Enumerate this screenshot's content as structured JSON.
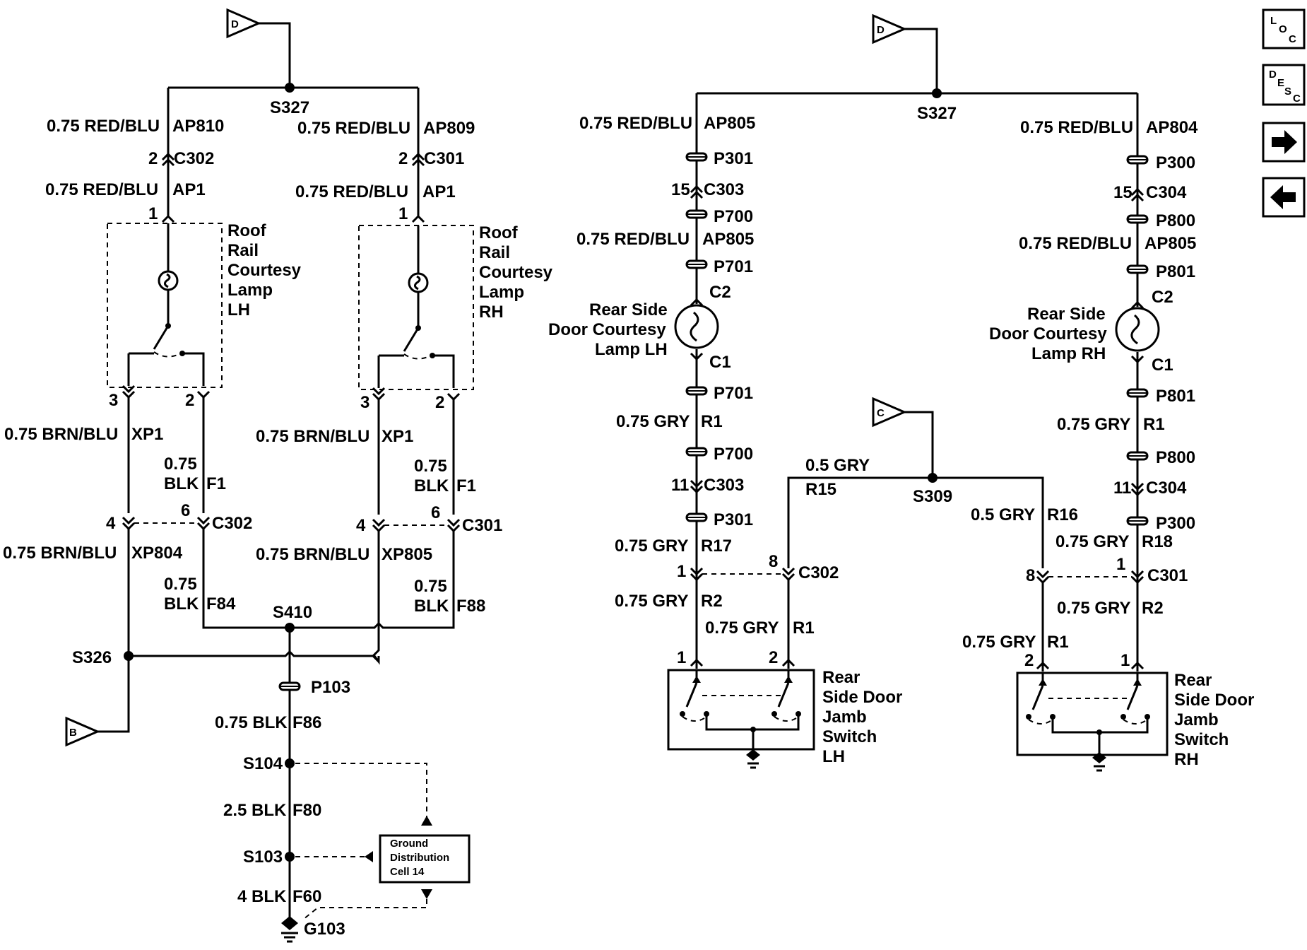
{
  "offpage": {
    "d1": "D",
    "d2": "D",
    "c": "C",
    "b": "B"
  },
  "splices": {
    "s327a": "S327",
    "s327b": "S327",
    "s326": "S326",
    "s410": "S410",
    "s104": "S104",
    "s103": "S103",
    "s309": "S309",
    "g103": "G103"
  },
  "wires": {
    "ap810": "0.75 RED/BLU",
    "ap810c": "AP810",
    "ap809": "0.75 RED/BLU",
    "ap809c": "AP809",
    "ap1a": "0.75 RED/BLU",
    "ap1ac": "AP1",
    "ap1b": "0.75 RED/BLU",
    "ap1bc": "AP1",
    "xp1a": "0.75 BRN/BLU",
    "xp1ac": "XP1",
    "xp1b": "0.75 BRN/BLU",
    "xp1bc": "XP1",
    "f1a_1": "0.75",
    "f1a_2": "BLK",
    "f1ac": "F1",
    "f1b_1": "0.75",
    "f1b_2": "BLK",
    "f1bc": "F1",
    "xp804": "0.75 BRN/BLU",
    "xp804c": "XP804",
    "xp805": "0.75 BRN/BLU",
    "xp805c": "XP805",
    "f84_1": "0.75",
    "f84_2": "BLK",
    "f84c": "F84",
    "f88_1": "0.75",
    "f88_2": "BLK",
    "f88c": "F88",
    "f86": "0.75 BLK",
    "f86c": "F86",
    "f80": "2.5 BLK",
    "f80c": "F80",
    "f60": "4 BLK",
    "f60c": "F60",
    "ap805a": "0.75 RED/BLU",
    "ap805ac": "AP805",
    "ap805b": "0.75 RED/BLU",
    "ap805bc": "AP805",
    "ap804": "0.75 RED/BLU",
    "ap804c": "AP804",
    "ap805c": "0.75 RED/BLU",
    "ap805cc": "AP805",
    "r1a": "0.75 GRY",
    "r1ac": "R1",
    "r1b": "0.75 GRY",
    "r1bc": "R1",
    "r15": "0.5 GRY",
    "r15c": "R15",
    "r16": "0.5 GRY",
    "r16c": "R16",
    "r17": "0.75 GRY",
    "r17c": "R17",
    "r18": "0.75 GRY",
    "r18c": "R18",
    "r2a": "0.75 GRY",
    "r2ac": "R2",
    "r2b": "0.75 GRY",
    "r2bc": "R2",
    "r1c": "0.75 GRY",
    "r1cc": "R1",
    "r1d": "0.75 GRY",
    "r1dc": "R1"
  },
  "connectors": {
    "c302a": "C302",
    "c301a": "C301",
    "c302b": "C302",
    "c301b": "C301",
    "c303a": "C303",
    "c303b": "C303",
    "c304a": "C304",
    "c304b": "C304",
    "c302c": "C302",
    "c301c": "C301",
    "c2l": "C2",
    "c1l": "C1",
    "c2r": "C2",
    "c1r": "C1",
    "p301a": "P301",
    "p700a": "P700",
    "p701a": "P701",
    "p701b": "P701",
    "p700b": "P700",
    "p301b": "P301",
    "p300a": "P300",
    "p800a": "P800",
    "p801a": "P801",
    "p801b": "P801",
    "p800b": "P800",
    "p300b": "P300",
    "p103": "P103"
  },
  "pins": {
    "p1": "2",
    "p2": "2",
    "p3": "1",
    "p4": "1",
    "p5": "3",
    "p6": "2",
    "p7": "3",
    "p8": "2",
    "p9": "4",
    "p10": "6",
    "p11": "4",
    "p12": "6",
    "p13": "15",
    "p14": "15",
    "p15": "11",
    "p16": "11",
    "p17": "1",
    "p18": "8",
    "p19": "8",
    "p20": "1",
    "p21": "1",
    "p22": "2",
    "p23": "2",
    "p24": "1"
  },
  "components": {
    "lamp_lh": [
      "Roof",
      "Rail",
      "Courtesy",
      "Lamp",
      "LH"
    ],
    "lamp_rh": [
      "Roof",
      "Rail",
      "Courtesy",
      "Lamp",
      "RH"
    ],
    "rear_lamp_lh": [
      "Rear Side",
      "Door Courtesy",
      "Lamp LH"
    ],
    "rear_lamp_rh": [
      "Rear Side",
      "Door Courtesy",
      "Lamp RH"
    ],
    "jamb_lh": [
      "Rear",
      "Side Door",
      "Jamb",
      "Switch",
      "LH"
    ],
    "jamb_rh": [
      "Rear",
      "Side Door",
      "Jamb",
      "Switch",
      "RH"
    ],
    "ground_cell": [
      "Ground",
      "Distribution",
      "Cell 14"
    ]
  },
  "nav": {
    "loc": {
      "l": "L",
      "o": "O",
      "c": "C"
    },
    "desc": {
      "d": "D",
      "e": "E",
      "s": "S",
      "c": "C"
    },
    "next_icon": "right-arrow-icon",
    "prev_icon": "left-arrow-icon"
  }
}
